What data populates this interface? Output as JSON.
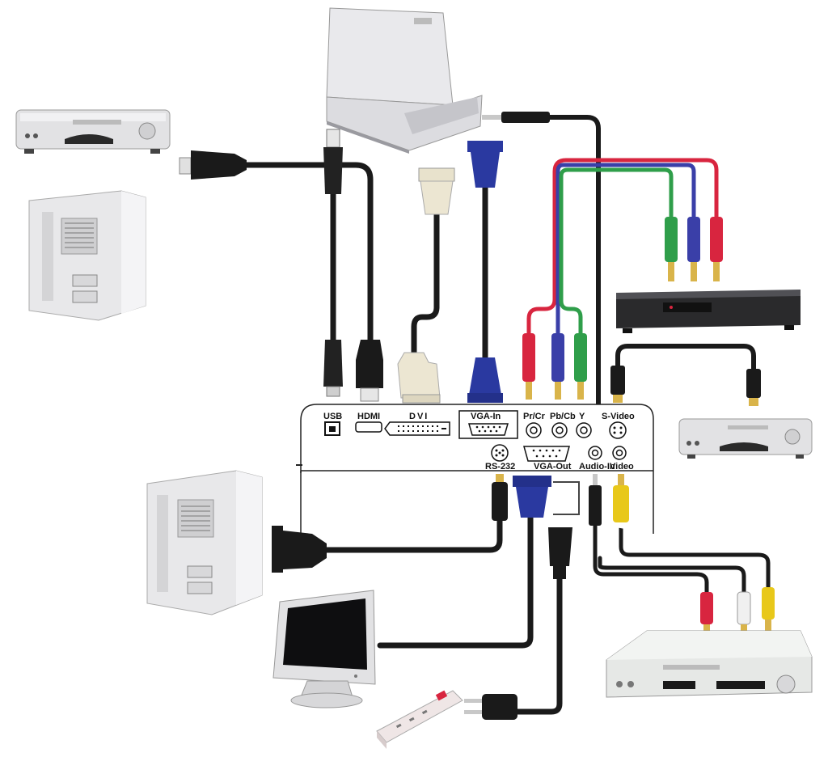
{
  "projector_panel": {
    "ports_top": [
      {
        "id": "usb",
        "label": "USB"
      },
      {
        "id": "hdmi",
        "label": "HDMI"
      },
      {
        "id": "dvi",
        "label": "DVI"
      },
      {
        "id": "vga_in",
        "label": "VGA-In"
      },
      {
        "id": "pr_cr",
        "label": "Pr/Cr"
      },
      {
        "id": "pb_cb",
        "label": "Pb/Cb"
      },
      {
        "id": "y",
        "label": "Y"
      },
      {
        "id": "s_video",
        "label": "S-Video"
      }
    ],
    "ports_bottom": [
      {
        "id": "rs232",
        "label": "RS-232"
      },
      {
        "id": "vga_out",
        "label": "VGA-Out"
      },
      {
        "id": "audio_in",
        "label": "Audio-In"
      },
      {
        "id": "video",
        "label": "Video"
      }
    ]
  },
  "devices": {
    "dvd_top_left": {
      "icon": "dvd-player-icon"
    },
    "pc_top_left": {
      "icon": "desktop-computer-icon"
    },
    "laptop": {
      "icon": "laptop-icon"
    },
    "set_top_box": {
      "icon": "set-top-box-icon"
    },
    "dvd_mid_right": {
      "icon": "dvd-player-icon"
    },
    "pc_bottom_left": {
      "icon": "desktop-computer-icon"
    },
    "monitor": {
      "icon": "monitor-icon"
    },
    "dvd_bottom_right": {
      "icon": "dvd-player-icon"
    },
    "power_strip": {
      "icon": "power-strip-icon"
    }
  },
  "colors": {
    "cable": "#1a1a1a",
    "component_red": "#d8253f",
    "component_green": "#2f9e4a",
    "component_blue": "#3a3fa8",
    "vga_blue": "#2a39a0",
    "rca_yellow": "#e8c81a",
    "rca_white": "#f0f0f0",
    "device_body": "#e4e4e4",
    "device_dark": "#2a2a2a"
  }
}
